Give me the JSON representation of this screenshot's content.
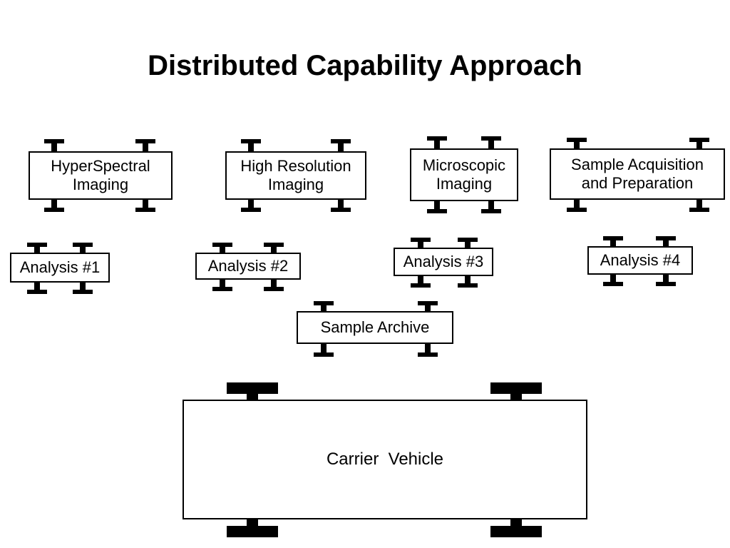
{
  "title": "Distributed Capability Approach",
  "modules": {
    "hyperspectral": "HyperSpectral\nImaging",
    "high_resolution": "High Resolution\nImaging",
    "microscopic": "Microscopic\nImaging",
    "sample_acquisition": "Sample Acquisition\nand Preparation",
    "analysis_1": "Analysis #1",
    "analysis_2": "Analysis #2",
    "analysis_3": "Analysis #3",
    "analysis_4": "Analysis #4",
    "sample_archive": "Sample Archive",
    "carrier_vehicle": "Carrier  Vehicle"
  }
}
